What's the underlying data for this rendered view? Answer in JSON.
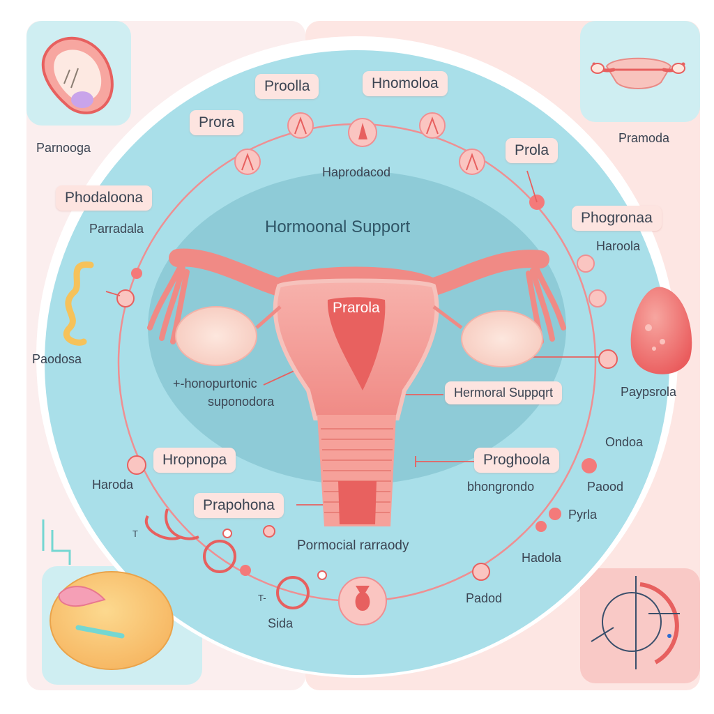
{
  "center": {
    "title": "Hormoonal Support",
    "uterus_label": "Prarola",
    "top_label": "Haprodacod",
    "bottom_label": "Pormocial rarraody"
  },
  "pills": {
    "top_left": "Proolla",
    "top_right": "Hnomoloa",
    "left_upper": "Prora",
    "right_upper": "Prola",
    "left_mid": "Phodaloona",
    "right_mid": "Phogronaa",
    "hormonal_support": "Hermoral Suppqrt",
    "left_lower": "Hropnopa",
    "right_lower": "Proghoola",
    "bottom_left": "Prapohona"
  },
  "labels": {
    "top_left_corner": "Parnooga",
    "top_right_corner": "Pramoda",
    "left_1": "Parradala",
    "right_1": "Harоola",
    "left_2": "Paodosa",
    "right_2": "Paypsrola",
    "arrow_left_1": "+-honopurtonic",
    "arrow_left_2": "suponodora",
    "right_3": "bhongrondo",
    "left_3": "Haroda",
    "right_4": "Ondoa",
    "right_5": "Paood",
    "right_6": "Pyrla",
    "right_7": "Hadola",
    "right_8": "Padod",
    "bottom_small": "Sida",
    "tiny_t1": "T",
    "tiny_t2": "T-"
  },
  "colors": {
    "outer_circle": "#a9dfe9",
    "inner_shade": "#86c4d0",
    "uterus": "#f28c86",
    "uterus_dark": "#e7605f",
    "pill_bg": "#fde4e0",
    "ring_line": "#ef8f92",
    "bg_left": "#fbecec",
    "bg_right": "#fde3e1"
  }
}
